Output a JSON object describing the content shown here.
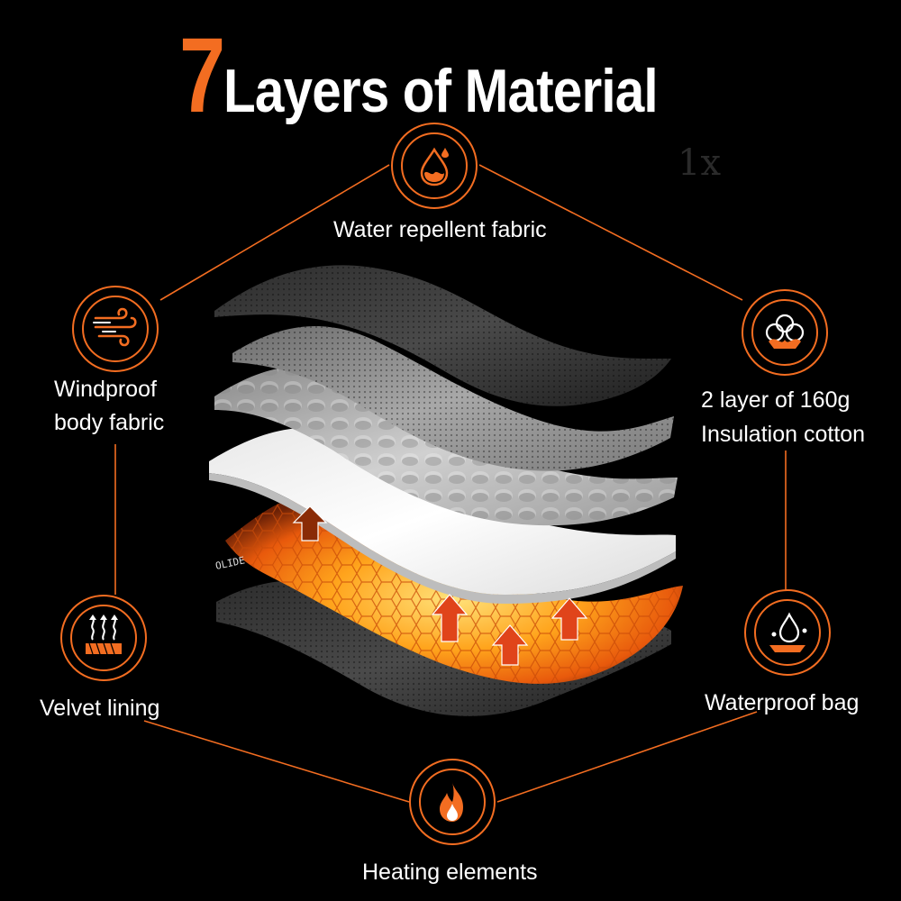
{
  "title": {
    "number": "7",
    "text": "Layers of Material"
  },
  "watermark": "1x",
  "features": [
    {
      "id": "water-repellent",
      "label": "Water repellent fabric",
      "icon": "water-drop-icon"
    },
    {
      "id": "insulation",
      "label_lines": [
        "2 layer of 160g",
        "Insulation cotton"
      ],
      "icon": "cotton-icon"
    },
    {
      "id": "waterproof-bag",
      "label": "Waterproof bag",
      "icon": "waterproof-icon"
    },
    {
      "id": "heating",
      "label": "Heating elements",
      "icon": "flame-icon"
    },
    {
      "id": "velvet",
      "label": "Velvet lining",
      "icon": "heat-waves-icon"
    },
    {
      "id": "windproof",
      "label_lines": [
        "Windproof",
        "body fabric"
      ],
      "icon": "wind-icon"
    }
  ],
  "colors": {
    "accent": "#f36d21",
    "background": "#000000",
    "text": "#ffffff"
  }
}
